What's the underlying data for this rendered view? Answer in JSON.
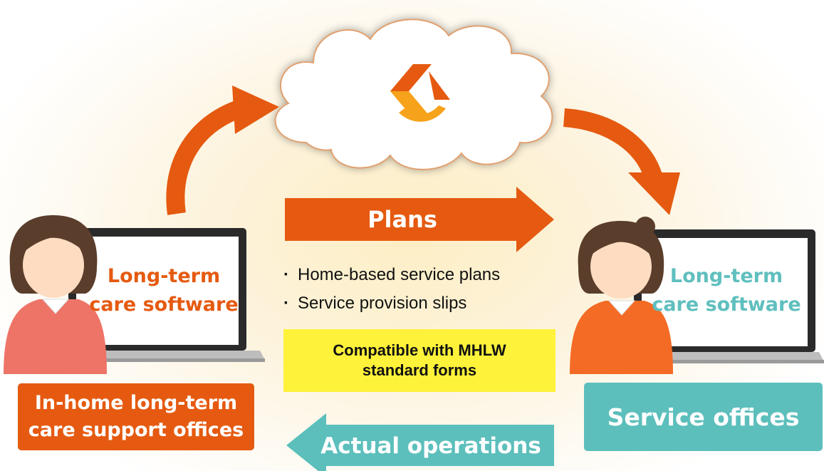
{
  "left_screen": {
    "line1": "Long-term",
    "line2": "care software"
  },
  "right_screen": {
    "line1": "Long-term",
    "line2": "care software"
  },
  "plans_label": "Plans",
  "bullets": [
    "Home-based service plans",
    "Service provision slips"
  ],
  "compat": {
    "line1": "Compatible with MHLW",
    "line2": "standard forms"
  },
  "in_home_office": {
    "line1": "In-home long-term",
    "line2": "care support offices"
  },
  "service_office": "Service offices",
  "actual_label": "Actual operations",
  "colors": {
    "orange": "#e55a10",
    "teal": "#5cbfbc",
    "yellow": "#fef23a"
  },
  "icons": [
    "cloud-icon",
    "app-logo-icon",
    "person-icon",
    "laptop-icon",
    "arrow-icon"
  ]
}
